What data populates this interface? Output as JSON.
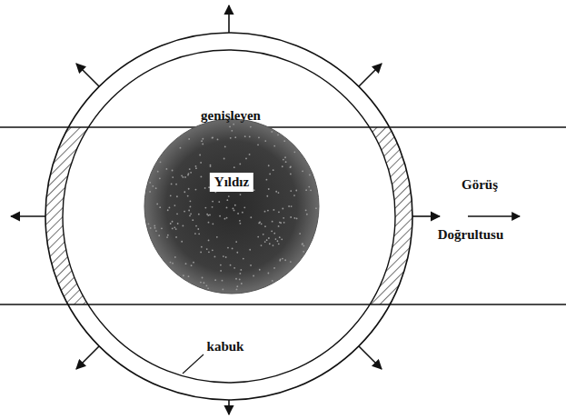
{
  "diagram": {
    "nodes": [
      {
        "text": [
          "Yıldız"
        ]
      }
    ],
    "labels": [
      "genişleyen",
      "kabuk",
      "Görüş",
      "Doğrultusu"
    ]
  }
}
